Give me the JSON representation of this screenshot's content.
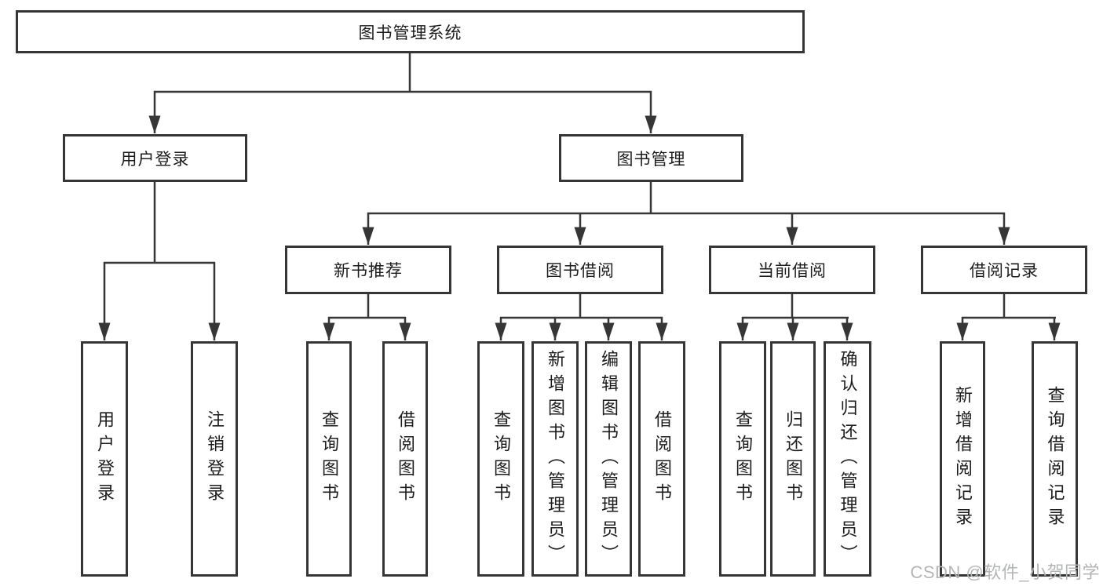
{
  "colors": {
    "line": "#363636",
    "text": "#1c1c1c",
    "watermark": "#b4b6b6",
    "bg": "#ffffff"
  },
  "watermark": "CSDN @软件_小贺同学",
  "tree": {
    "root": "图书管理系统",
    "branches": [
      {
        "label": "用户登录",
        "children": [
          "用户登录",
          "注销登录"
        ]
      },
      {
        "label": "图书管理",
        "groups": [
          {
            "label": "新书推荐",
            "children": [
              "查询图书",
              "借阅图书"
            ]
          },
          {
            "label": "图书借阅",
            "children": [
              "查询图书",
              "新增图书（管理员）",
              "编辑图书（管理员）",
              "借阅图书"
            ]
          },
          {
            "label": "当前借阅",
            "children": [
              "查询图书",
              "归还图书",
              "确认归还（管理员）"
            ]
          },
          {
            "label": "借阅记录",
            "children": [
              "新增借阅记录",
              "查询借阅记录"
            ]
          }
        ]
      }
    ]
  }
}
